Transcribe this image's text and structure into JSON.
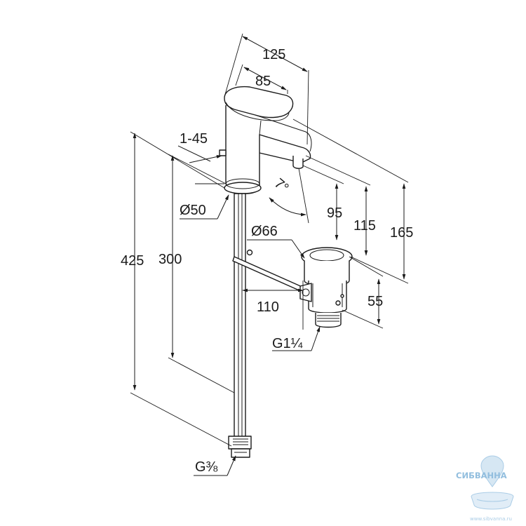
{
  "dimensions": {
    "d125": "125",
    "d85": "85",
    "d1_45": "1-45",
    "d7deg": "7°",
    "d50": "Ø50",
    "d95": "95",
    "d115": "115",
    "d165": "165",
    "d66": "Ø66",
    "d425": "425",
    "d300": "300",
    "d110": "110",
    "d55": "55",
    "g114": "G1¼",
    "g38": "G⅜"
  },
  "watermark": {
    "brand": "СИБВАННА",
    "url": "www.sibvanna.ru"
  },
  "colors": {
    "line": "#1a1a1a",
    "watermark": "#7fb3d9"
  }
}
